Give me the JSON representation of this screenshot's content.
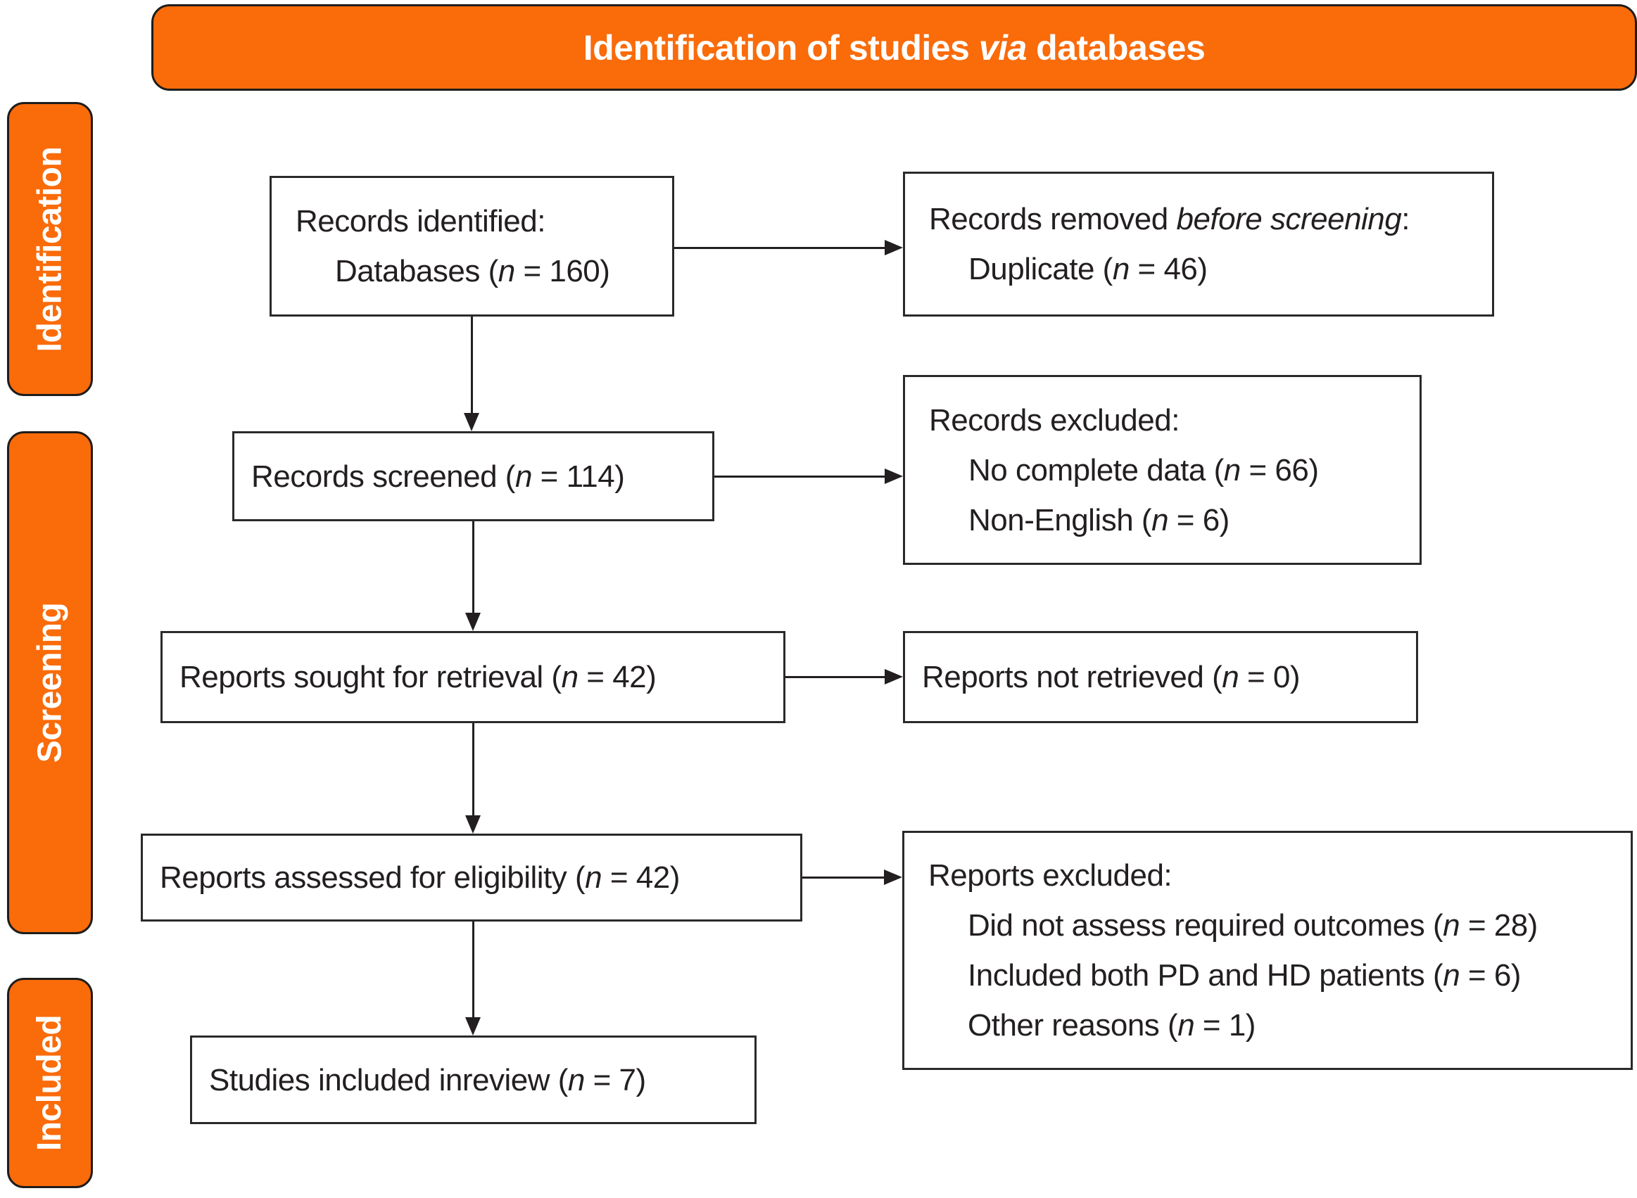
{
  "header": {
    "title": [
      "Identification of studies ",
      "via",
      " databases"
    ]
  },
  "rails": [
    {
      "label": "Identification"
    },
    {
      "label": "Screening"
    },
    {
      "label": "Included"
    }
  ],
  "flow": {
    "records_identified": {
      "line1": "Records identified:",
      "line2": [
        "Databases (",
        "n",
        " = 160)"
      ]
    },
    "records_removed": {
      "line1": [
        "Records removed ",
        "before screening",
        ":"
      ],
      "line2": [
        "Duplicate (",
        "n",
        " = 46)"
      ]
    },
    "records_screened": {
      "line": [
        "Records screened (",
        "n",
        " = 114)"
      ]
    },
    "records_excluded": {
      "line1": "Records excluded:",
      "line2": [
        "No complete data (",
        "n",
        " = 66)"
      ],
      "line3": [
        "Non-English (",
        "n",
        " = 6)"
      ]
    },
    "reports_sought": {
      "line": [
        "Reports sought for retrieval (",
        "n",
        " = 42)"
      ]
    },
    "reports_not_retrieved": {
      "line": [
        "Reports not retrieved (",
        "n",
        " = 0)"
      ]
    },
    "reports_assessed": {
      "line": [
        "Reports assessed for eligibility (",
        "n",
        " = 42)"
      ]
    },
    "reports_excluded": {
      "line1": "Reports excluded:",
      "line2": [
        "Did not assess required outcomes (",
        "n",
        " = 28)"
      ],
      "line3": [
        "Included both PD and HD patients (",
        "n",
        " = 6)"
      ],
      "line4": [
        "Other reasons (",
        "n",
        " = 1)"
      ]
    },
    "studies_included": {
      "line": [
        "Studies included inreview (",
        "n",
        " = 7)"
      ]
    }
  },
  "colors": {
    "accent_orange": "#fa6b0a",
    "outline_black": "#1d1d1b",
    "text": "#231f20",
    "box_background": "#ffffff"
  }
}
